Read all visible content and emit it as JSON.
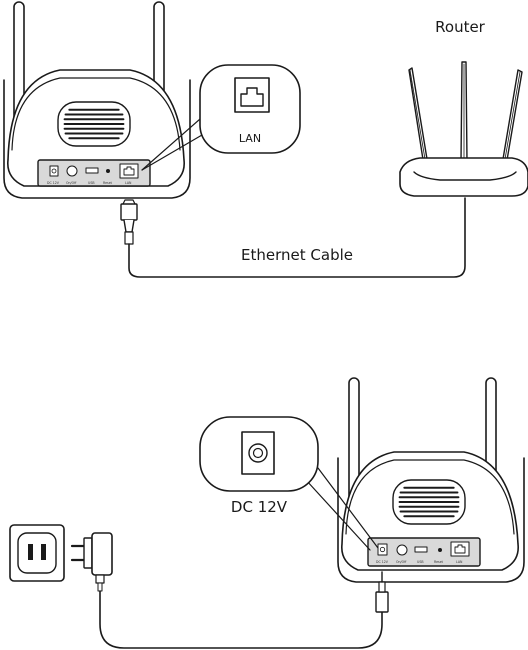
{
  "top": {
    "router_label": "Router",
    "lan_callout_label": "LAN",
    "cable_label": "Ethernet  Cable",
    "device_ports": [
      "DC 12V",
      "On/Off",
      "USB",
      "Reset",
      "LAN"
    ]
  },
  "bottom": {
    "dc_callout_label": "DC 12V",
    "device_ports": [
      "DC 12V",
      "On/Off",
      "USB",
      "Reset",
      "LAN"
    ]
  },
  "colors": {
    "line": "#1a1a1a",
    "panel": "#d9d9d9",
    "device_fill": "#ffffff"
  }
}
